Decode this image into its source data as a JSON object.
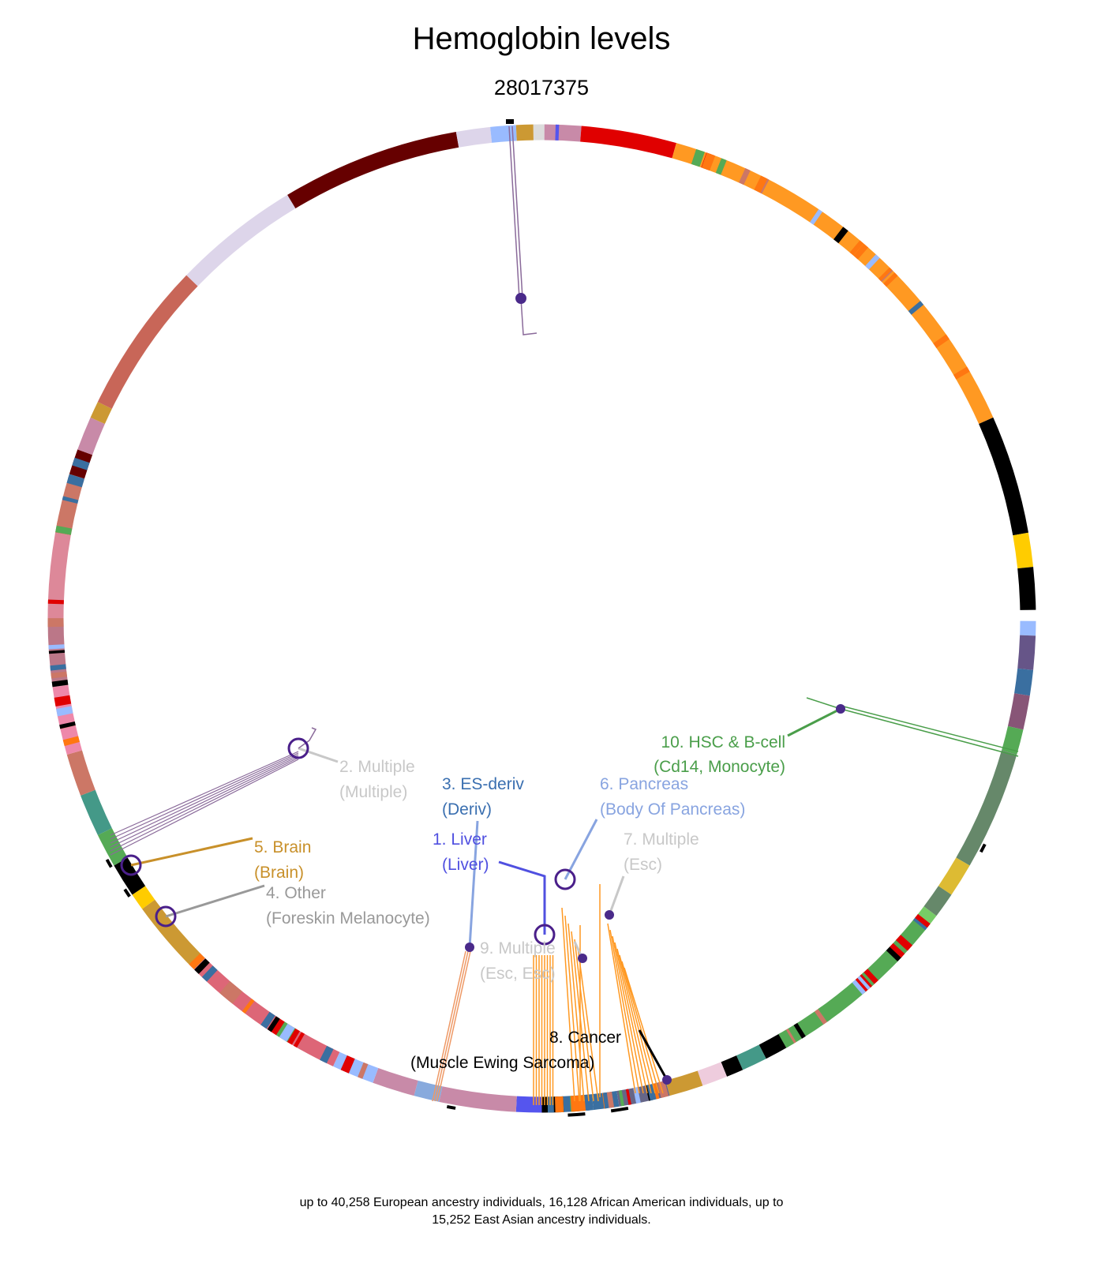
{
  "title": "Hemoglobin levels",
  "locus": "28017375",
  "annotations": [
    {
      "id": "1",
      "line1": "1. Liver",
      "line2": "(Liver)",
      "color": "#5050e0"
    },
    {
      "id": "2",
      "line1": "2. Multiple",
      "line2": "(Multiple)",
      "color": "#c8c8c8"
    },
    {
      "id": "3",
      "line1": "3. ES-deriv",
      "line2": "(Deriv)",
      "color": "#3a6fb0"
    },
    {
      "id": "4",
      "line1": "4. Other",
      "line2": "(Foreskin Melanocyte)",
      "color": "#999999"
    },
    {
      "id": "5",
      "line1": "5. Brain",
      "line2": "(Brain)",
      "color": "#c8902a"
    },
    {
      "id": "6",
      "line1": "6. Pancreas",
      "line2": "(Body Of Pancreas)",
      "color": "#88a4e0"
    },
    {
      "id": "7",
      "line1": "7. Multiple",
      "line2": "(Esc)",
      "color": "#c8c8c8"
    },
    {
      "id": "8",
      "line1": "8. Cancer",
      "line2": "(Muscle Ewing Sarcoma)",
      "color": "#000000"
    },
    {
      "id": "9",
      "line1": "9. Multiple",
      "line2": "(Esc, Esc)",
      "color": "#c8c8c8"
    },
    {
      "id": "10",
      "line1": "10. HSC & B-cell",
      "line2": "(Cd14, Monocyte)",
      "color": "#4a9e4a"
    }
  ],
  "footer": {
    "line1": "up to 40,258 European ancestry individuals, 16,128 African American individuals, up to",
    "line2": "15,252 East Asian ancestry individuals."
  }
}
